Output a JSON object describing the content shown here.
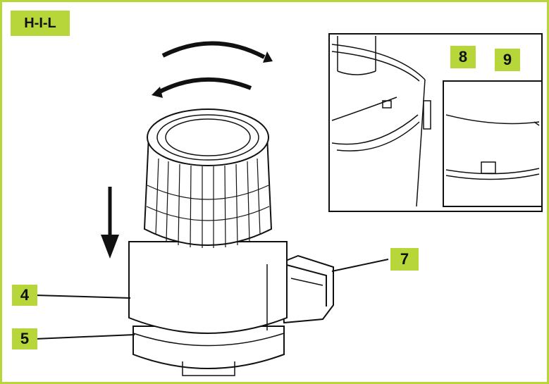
{
  "title": "H-I-L",
  "callouts": {
    "n4": "4",
    "n5": "5",
    "n7": "7",
    "n8": "8",
    "n9": "9"
  },
  "colors": {
    "accent": "#b6d63a",
    "line": "#111111"
  },
  "icons": {
    "rotate": "rotate-arrows-icon",
    "push_down": "arrow-down-icon"
  }
}
